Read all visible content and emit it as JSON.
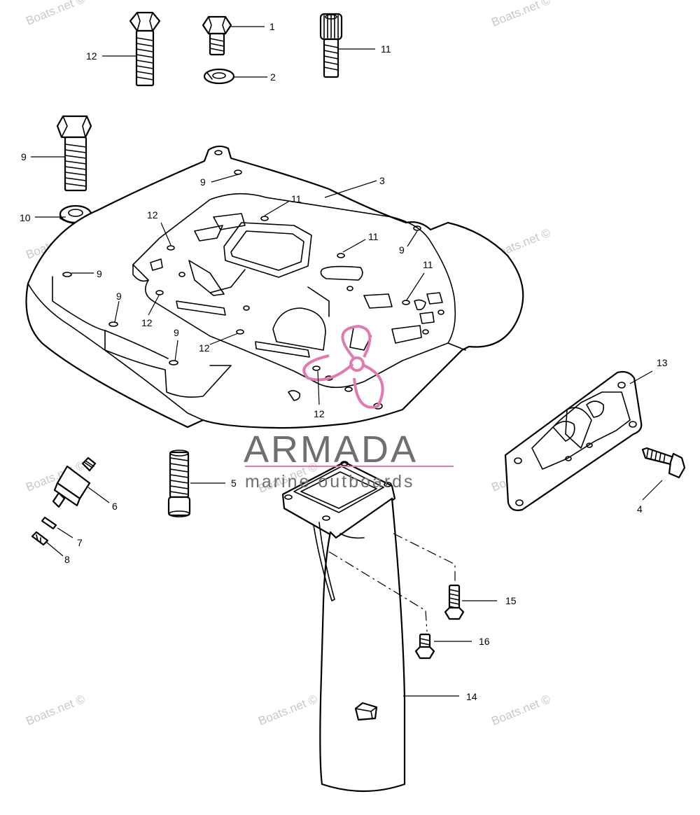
{
  "watermark": "Boats.net ©",
  "logo": {
    "name": "ARMADA",
    "tagline": "marine outboards",
    "accent_color": "#e07ab0",
    "text_color": "#6f6f6f"
  },
  "callouts": {
    "c1": "1",
    "c2": "2",
    "c3": "3",
    "c4": "4",
    "c5": "5",
    "c6": "6",
    "c7": "7",
    "c8": "8",
    "c9": "9",
    "c10": "10",
    "c11": "11",
    "c12": "12",
    "c13": "13",
    "c14": "14",
    "c15": "15",
    "c16": "16"
  }
}
